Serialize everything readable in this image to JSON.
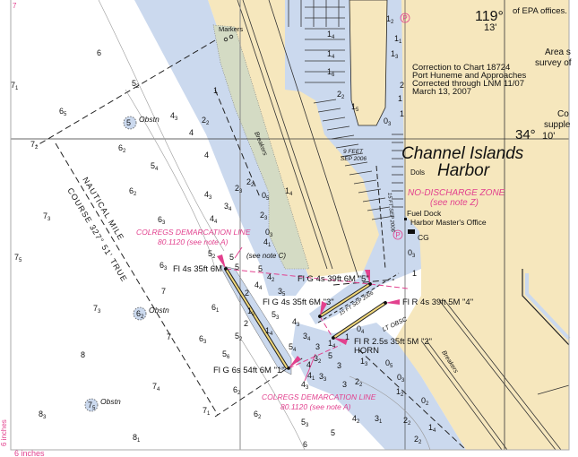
{
  "colors": {
    "land": "#f6e7bd",
    "water_shallow": "#cbd9ee",
    "foreshore": "#d4dbc4",
    "magenta": "#e2418e",
    "deep_water": "#ffffff"
  },
  "header": {
    "longitude_deg": "119°",
    "longitude_min": "13'",
    "latitude": "34°",
    "latitude_min": "10'"
  },
  "notes": {
    "epa": "of EPA offices.",
    "area_1": "Area s",
    "area_2": "survey of",
    "co_1": "Co",
    "co_2": "supple"
  },
  "correction": {
    "line1": "Correction to Chart 18724",
    "line2": "Port Huneme and Approaches",
    "line3": "Corrected through LNM 11/07",
    "line4": "March 13, 2007"
  },
  "harbor": {
    "name_1": "Channel Islands",
    "name_2": "Harbor",
    "no_discharge": "NO-DISCHARGE ZONE",
    "see_note_z": "(see note Z)",
    "fuel_dock": "Fuel Dock",
    "harbor_master": "Harbor Master's Office",
    "cg": "CG",
    "dols": "Dols",
    "depth_9ft_1": "9 FEET",
    "depth_9ft_2": "SEP 2006",
    "depth_15ft": "15 FT SEP 2006",
    "depth_15ft_channel": "15 FT SEP 2006",
    "parking": "P"
  },
  "labels": {
    "markers": "Markers",
    "breakers": "Breakers",
    "see_note_c": "(see note C)",
    "lt_obsc": "LT OBSC",
    "nautical_mile": "NAUTICAL MILE",
    "course": "COURSE 327° 51' TRUE",
    "obstn": "Obstn",
    "scale_bottom": "6 inches",
    "scale_side": "6 inches",
    "corner": "7"
  },
  "colregs": {
    "upper_1": "COLREGS DEMARCATION LINE",
    "upper_2": "80.1120 (see note A)",
    "lower_1": "COLREGS DEMARCATION LINE",
    "lower_2": "80.1120 (see note A)"
  },
  "lights": {
    "fl4s": "Fl 4s 35ft 6M",
    "g5": "Fl G 4s 39ft 6M \"5\"",
    "g3": "Fl G 4s 35ft 6M \"3\"",
    "r4": "Fl R 4s 39ft 5M \"4\"",
    "r2": "Fl R 2.5s 35ft 5M \"2\"",
    "horn": "HORN",
    "g1": "Fl G 6s 54ft 6M \"1\""
  },
  "obstructions": [
    {
      "v": "5",
      "s": ""
    },
    {
      "v": "6",
      "s": "2"
    },
    {
      "v": "7",
      "s": "5"
    }
  ],
  "soundings": [
    {
      "v": "6",
      "s": ""
    },
    {
      "v": "7",
      "s": "1"
    },
    {
      "v": "5",
      "s": "2"
    },
    {
      "v": "6",
      "s": "5"
    },
    {
      "v": "4",
      "s": "3"
    },
    {
      "v": "2",
      "s": "2"
    },
    {
      "v": "4",
      "s": ""
    },
    {
      "v": "1",
      "s": ""
    },
    {
      "v": "7",
      "s": "2"
    },
    {
      "v": "6",
      "s": "2"
    },
    {
      "v": "5",
      "s": "4"
    },
    {
      "v": "4",
      "s": ""
    },
    {
      "v": "6",
      "s": "2"
    },
    {
      "v": "4",
      "s": "3"
    },
    {
      "v": "2",
      "s": "3"
    },
    {
      "v": "3",
      "s": "4"
    },
    {
      "v": "7",
      "s": "3"
    },
    {
      "v": "4",
      "s": "4"
    },
    {
      "v": "6",
      "s": "3"
    },
    {
      "v": "7",
      "s": "5"
    },
    {
      "v": "5",
      "s": "2"
    },
    {
      "v": "4",
      "s": "1"
    },
    {
      "v": "5",
      "s": ""
    },
    {
      "v": "5",
      "s": ""
    },
    {
      "v": "6",
      "s": "3"
    },
    {
      "v": "5",
      "s": ""
    },
    {
      "v": "7",
      "s": ""
    },
    {
      "v": "4",
      "s": "4"
    },
    {
      "v": "4",
      "s": "2"
    },
    {
      "v": "3",
      "s": "5"
    },
    {
      "v": "6",
      "s": "1"
    },
    {
      "v": "7",
      "s": "3"
    },
    {
      "v": "5",
      "s": "3"
    },
    {
      "v": "2",
      "s": ""
    },
    {
      "v": "1",
      "s": "2"
    },
    {
      "v": "2",
      "s": ""
    },
    {
      "v": "1",
      "s": "4"
    },
    {
      "v": "7",
      "s": ""
    },
    {
      "v": "6",
      "s": "3"
    },
    {
      "v": "4",
      "s": "3"
    },
    {
      "v": "5",
      "s": "2"
    },
    {
      "v": "8",
      "s": ""
    },
    {
      "v": "5",
      "s": "6"
    },
    {
      "v": "3",
      "s": "4"
    },
    {
      "v": "5",
      "s": "4"
    },
    {
      "v": "3",
      "s": ""
    },
    {
      "v": "3",
      "s": "2"
    },
    {
      "v": "5",
      "s": ""
    },
    {
      "v": "4",
      "s": ""
    },
    {
      "v": "4",
      "s": "1"
    },
    {
      "v": "3",
      "s": "3"
    },
    {
      "v": "7",
      "s": "4"
    },
    {
      "v": "4",
      "s": "3"
    },
    {
      "v": "3",
      "s": ""
    },
    {
      "v": "2",
      "s": "2"
    },
    {
      "v": "6",
      "s": "2"
    },
    {
      "v": "7",
      "s": "1"
    },
    {
      "v": "8",
      "s": "3"
    },
    {
      "v": "6",
      "s": "2"
    },
    {
      "v": "5",
      "s": "3"
    },
    {
      "v": "4",
      "s": "2"
    },
    {
      "v": "3",
      "s": "1"
    },
    {
      "v": "2",
      "s": "2"
    },
    {
      "v": "5",
      "s": ""
    },
    {
      "v": "8",
      "s": "1"
    },
    {
      "v": "6",
      "s": ""
    },
    {
      "v": "1",
      "s": "3"
    },
    {
      "v": "0",
      "s": "5"
    },
    {
      "v": "0",
      "s": "3"
    },
    {
      "v": "1",
      "s": "2"
    },
    {
      "v": "0",
      "s": "2"
    },
    {
      "v": "2",
      "s": "2"
    },
    {
      "v": "1",
      "s": "4"
    },
    {
      "v": "0",
      "s": "4"
    },
    {
      "v": "1",
      "s": ""
    },
    {
      "v": "1",
      "s": "4"
    },
    {
      "v": "3",
      "s": ""
    },
    {
      "v": "1",
      "s": "2"
    },
    {
      "v": "1",
      "s": "1"
    },
    {
      "v": "1",
      "s": "3"
    },
    {
      "v": "1",
      "s": "4"
    },
    {
      "v": "1",
      "s": "4"
    },
    {
      "v": "1",
      "s": "6"
    },
    {
      "v": "2",
      "s": "2"
    },
    {
      "v": "1",
      "s": "5"
    },
    {
      "v": "0",
      "s": "3"
    },
    {
      "v": "2",
      "s": ""
    },
    {
      "v": "1",
      "s": ""
    },
    {
      "v": "1",
      "s": ""
    },
    {
      "v": "0",
      "s": "3"
    },
    {
      "v": "1",
      "s": ""
    },
    {
      "v": "2",
      "s": "2"
    },
    {
      "v": "0",
      "s": "5"
    },
    {
      "v": "1",
      "s": "4"
    },
    {
      "v": "2",
      "s": "3"
    },
    {
      "v": "0",
      "s": "3"
    }
  ]
}
